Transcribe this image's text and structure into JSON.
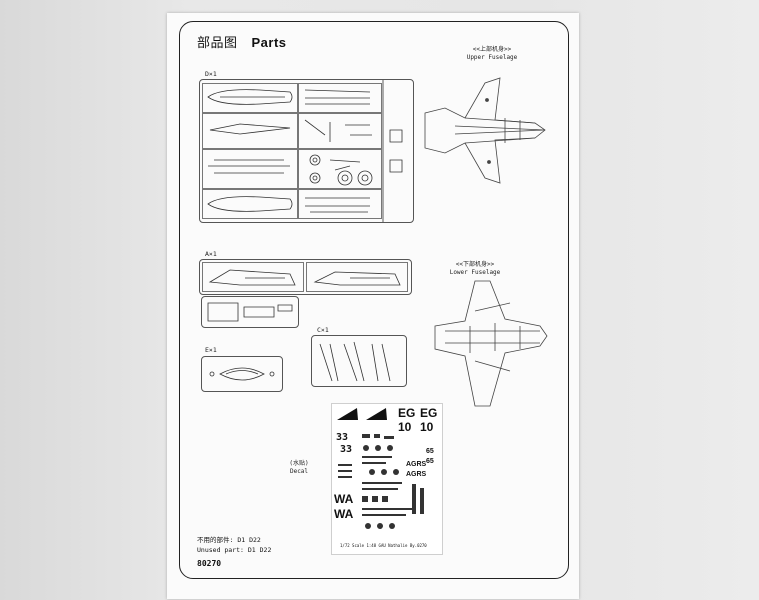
{
  "sheet": {
    "title_cn": "部品图",
    "title_en": "Parts"
  },
  "sprues": {
    "d": "D×1",
    "a": "A×1",
    "e": "E×1",
    "c": "C×1"
  },
  "views": {
    "upper_cn": "<<上部机身>>",
    "upper_en": "Upper Fuselage",
    "lower_cn": "<<下部机身>>",
    "lower_en": "Lower Fuselage"
  },
  "decal": {
    "label_cn": "(水贴)",
    "label_en": "Decal",
    "codes": {
      "eg1": "EG",
      "eg2": "EG",
      "id1": "10",
      "id2": "10",
      "n33a": "33",
      "n33b": "33",
      "agrs1": "AGRS",
      "agrs2": "AGRS",
      "n65a": "65",
      "n65b": "65",
      "wa1": "WA",
      "wa2": "WA"
    },
    "footer": "1/72 Scale   1:48 GAU   Nathalie   By.0270"
  },
  "footer": {
    "unused_cn": "不用的部件: D1  D22",
    "unused_en": "Unused part: D1  D22",
    "code": "80270"
  }
}
